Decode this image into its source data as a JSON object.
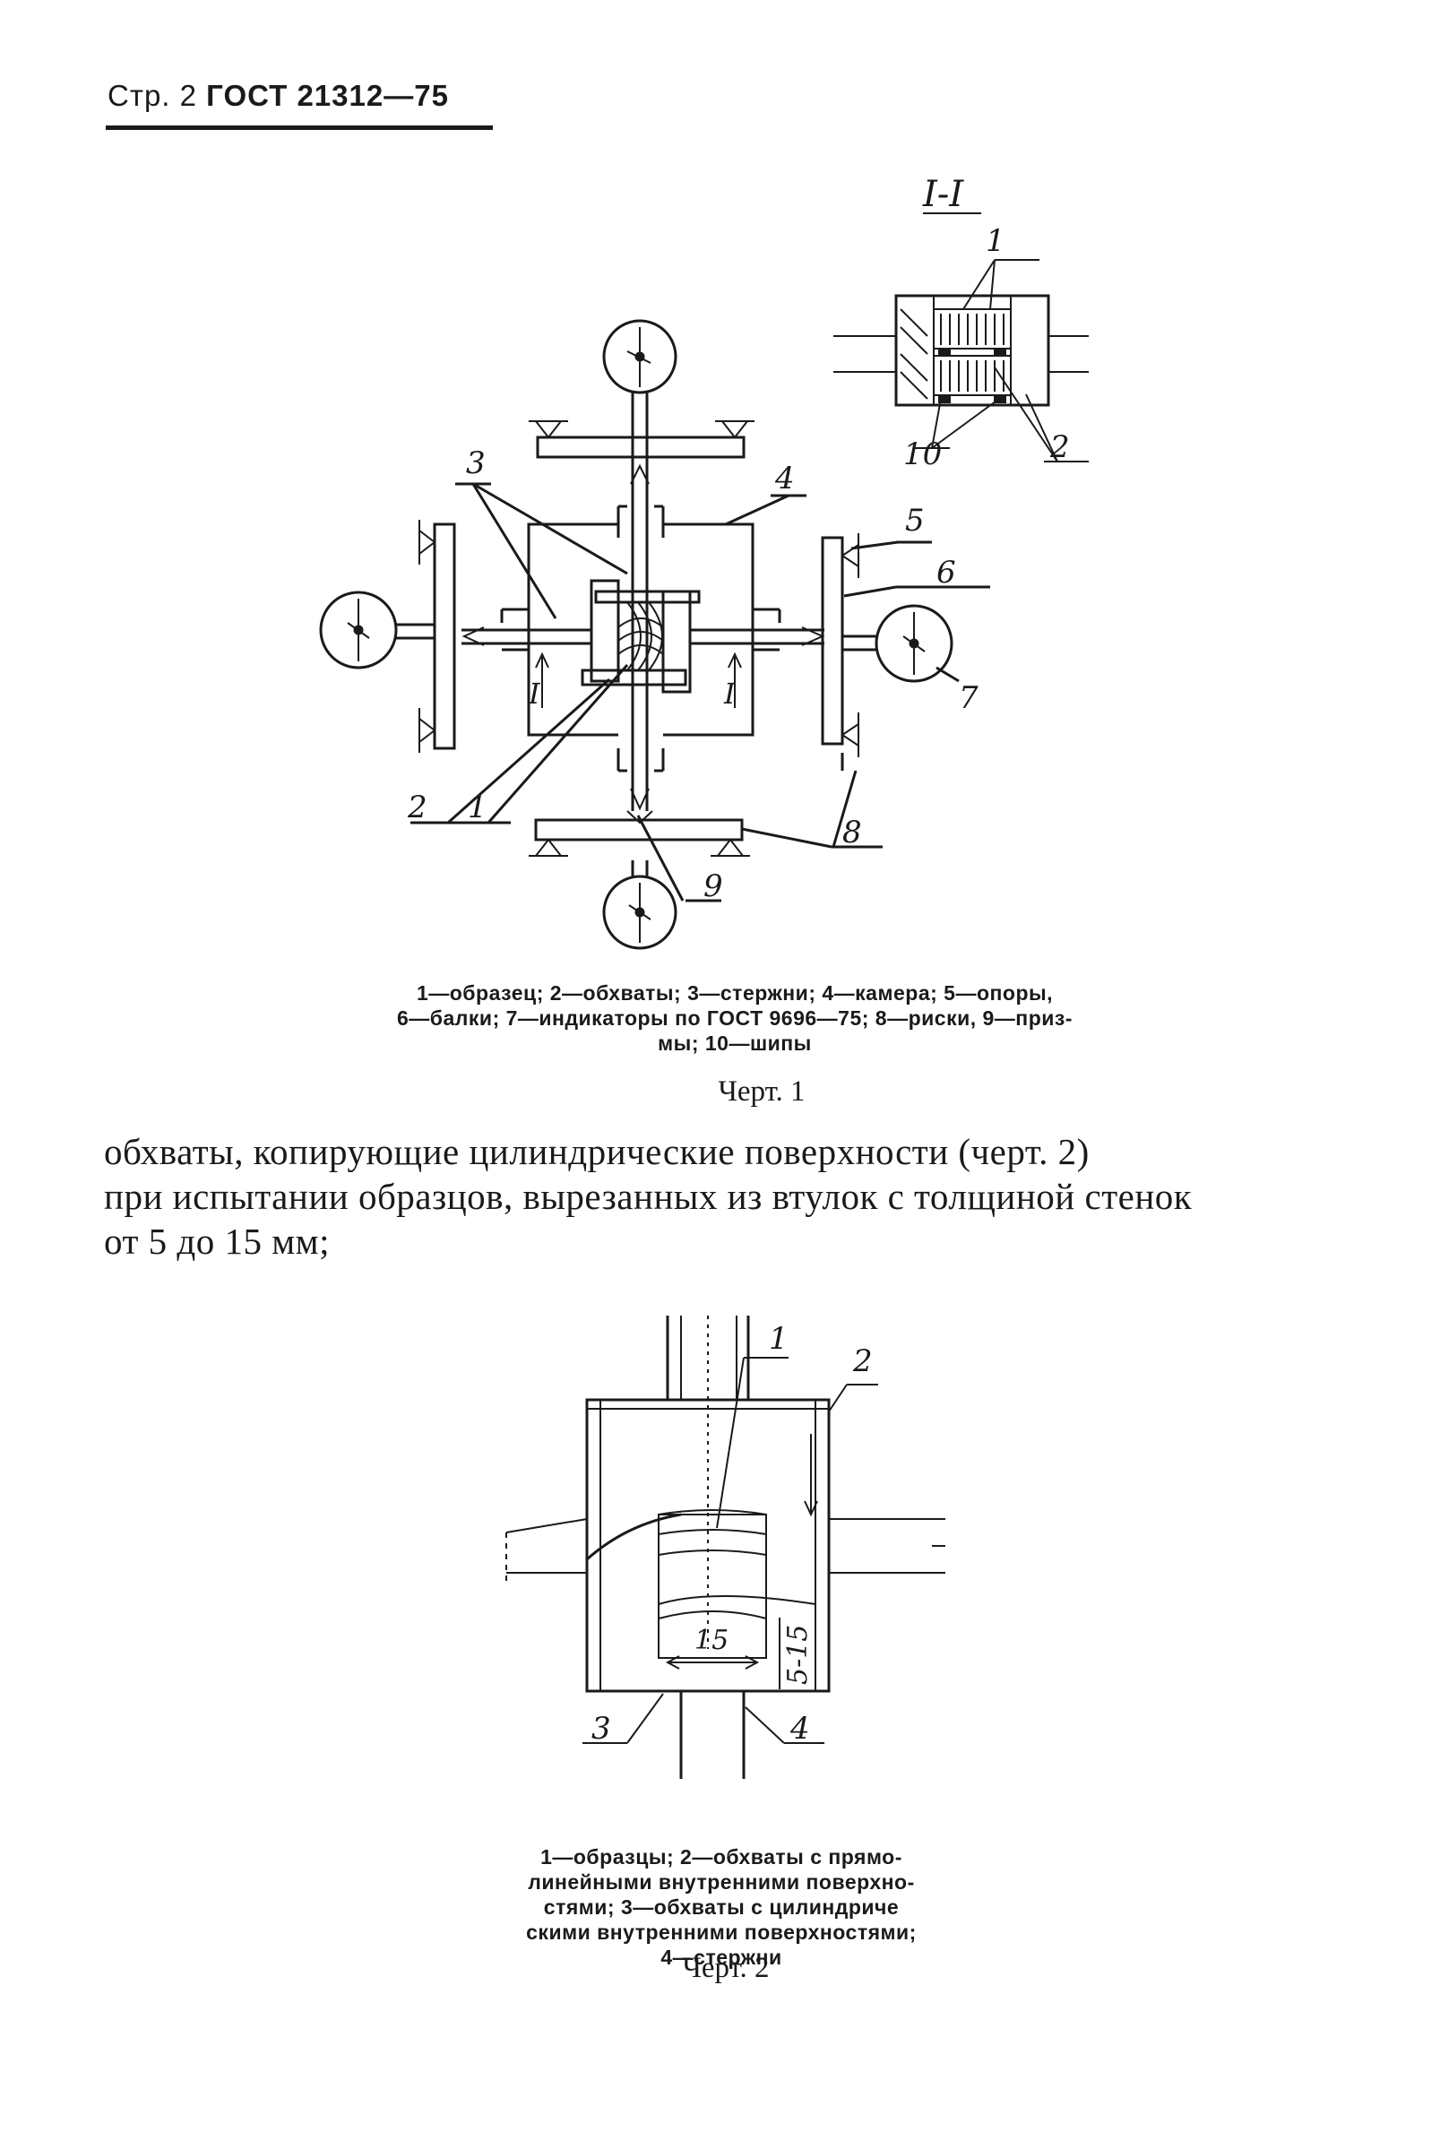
{
  "header": {
    "page_prefix": "Стр. 2",
    "standard": "ГОСТ 21312—75"
  },
  "figure1": {
    "section_label": "I-I",
    "labels": {
      "l1_top": "1",
      "l2_top": "2",
      "l10": "10",
      "l3": "3",
      "l4": "4",
      "l5": "5",
      "l6": "6",
      "l7": "7",
      "l8": "8",
      "l9": "9",
      "l2": "2",
      "l1": "1",
      "sec_left": "I",
      "sec_right": "I"
    },
    "caption_lines": [
      "1—образец;  2—обхваты;  3—стержни;  4—камера;  5—опоры,",
      "6—балки; 7—индикаторы по ГОСТ 9696—75;  8—риски, 9—приз-",
      "мы; 10—шипы"
    ],
    "title": "Черт. 1"
  },
  "body": {
    "lines": [
      "обхваты,  копирующие цилиндрические поверхности  (черт. 2)",
      "при испытании образцов, вырезанных из втулок с толщиной стенок",
      "от 5 до 15 мм;"
    ]
  },
  "figure2": {
    "labels": {
      "l1": "1",
      "l2": "2",
      "l3": "3",
      "l4": "4",
      "dim_width": "15",
      "dim_height": "5-15"
    },
    "caption_lines": [
      "1—образцы;  2—обхваты с прямо-",
      "линейными внутренними поверхно-",
      "стями;  3—обхваты с цилиндриче",
      "скими внутренними поверхностями;",
      "4—стержни"
    ],
    "title": "Черт. 2"
  }
}
